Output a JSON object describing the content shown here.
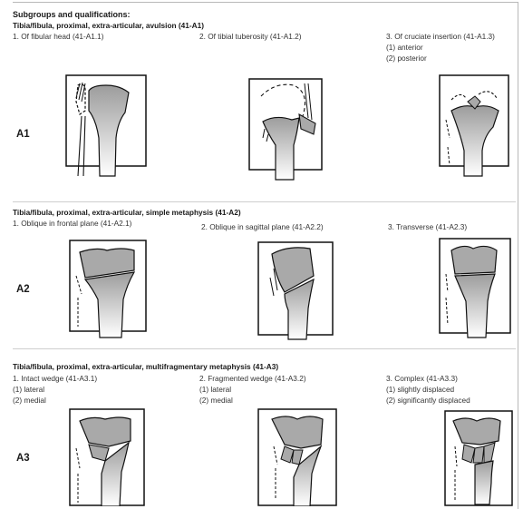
{
  "heading": "Subgroups and qualifications:",
  "sections": [
    {
      "row_label": "A1",
      "title": "Tibia/fibula, proximal, extra-articular, avulsion (41-A1)",
      "items": [
        {
          "label": "1. Of fibular head (41-A1.1)",
          "qualifiers": []
        },
        {
          "label": "2. Of tibial tuberosity (41-A1.2)",
          "qualifiers": []
        },
        {
          "label": "3. Of cruciate insertion (41-A1.3)",
          "qualifiers": [
            "(1) anterior",
            "(2) posterior"
          ]
        }
      ]
    },
    {
      "row_label": "A2",
      "title": "Tibia/fibula, proximal, extra-articular, simple metaphysis (41-A2)",
      "items": [
        {
          "label": "1. Oblique in frontal plane (41-A2.1)",
          "qualifiers": []
        },
        {
          "label": "2. Oblique in sagittal plane (41-A2.2)",
          "qualifiers": []
        },
        {
          "label": "3. Transverse (41-A2.3)",
          "qualifiers": []
        }
      ]
    },
    {
      "row_label": "A3",
      "title": "Tibia/fibula, proximal, extra-articular, multifragmentary metaphysis (41-A3)",
      "items": [
        {
          "label": "1. Intact wedge (41-A3.1)",
          "qualifiers": [
            "(1) lateral",
            "(2) medial"
          ]
        },
        {
          "label": "2. Fragmented wedge (41-A3.2)",
          "qualifiers": [
            "(1) lateral",
            "(2) medial"
          ]
        },
        {
          "label": "3. Complex (41-A3.3)",
          "qualifiers": [
            "(1) slightly displaced",
            "(2) significantly displaced"
          ]
        }
      ]
    }
  ],
  "colors": {
    "fracture_fill": "#a9a9a9",
    "bone_gradient_top": "#9c9c9c",
    "bone_gradient_bottom": "#ffffff",
    "ink": "#111111"
  }
}
